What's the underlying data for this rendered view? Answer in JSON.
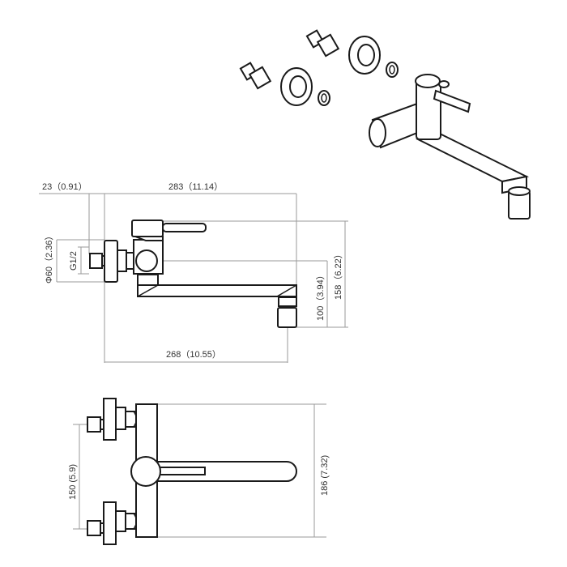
{
  "drawing": {
    "side_view": {
      "dim_offset": "23（0.91）",
      "dim_width": "283（11.14）",
      "dim_flange": "Φ60（2.36）",
      "dim_thread": "G1/2",
      "dim_spout_height": "100（3.94）",
      "dim_total_height": "158（6.22）",
      "dim_reach": "268（10.55）"
    },
    "top_view": {
      "dim_centers": "150 (5.9)",
      "dim_body_length": "186 (7.32)"
    }
  }
}
